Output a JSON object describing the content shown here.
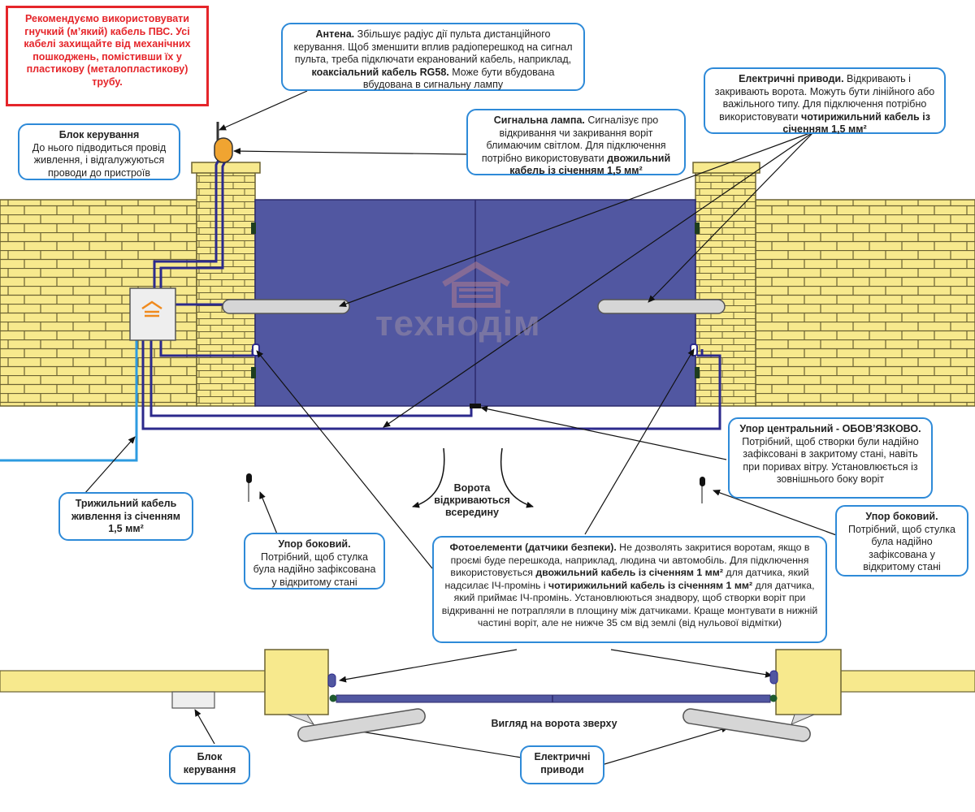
{
  "warning": {
    "text": "Рекомендуємо використовувати гнучкий (м’який) кабель ПВС. Усі кабелі захищайте від механічних пошкоджень, помістивши їх у пластикову (металопластикову) трубу."
  },
  "antenna": {
    "title": "Антена.",
    "text_a": " Збільшує радіус дії пульта дистанційного керування. Щоб зменшити вплив радіоперешкод на сигнал пульта, треба підключати екранований кабель, наприклад, ",
    "bold": "коаксіальний кабель RG58.",
    "text_b": "  Може бути вбудована вбудована в сигнальну лампу"
  },
  "control_unit_top": {
    "title": "Блок керування",
    "text": "До нього підводиться провід живлення, і відгалужуються проводи до пристроїв"
  },
  "signal_lamp": {
    "title": "Сигнальна лампа.",
    "text": " Сигналізує про відкривання чи закривання воріт блимаючим світлом. Для підключення потрібно використовувати ",
    "bold": "двожильний кабель із січенням 1,5 мм²"
  },
  "drives_top": {
    "title": "Електричні приводи.",
    "text": " Відкривають і закривають ворота. Можуть бути лінійного або важільного типу. Для підключення потрібно використовувати ",
    "bold": "чотирижильний кабель із січенням 1,5 мм²"
  },
  "logo": {
    "text": "технодім"
  },
  "center_stop": {
    "title": "Упор центральний - ОБОВ’ЯЗКОВО.",
    "text": "  Потрібний, щоб створки були надійно зафіксовані в закритому стані, навіть при поривах вітру. Установлюється із зовнішнього боку воріт"
  },
  "gate_direction": {
    "text": "Ворота відкриваються всередину"
  },
  "power_cable": {
    "text": "Трижильний кабель живлення із січенням 1,5 мм²"
  },
  "side_stop_left": {
    "title": "Упор боковий.",
    "text": "Потрібний, щоб стулка була надійно зафіксована у відкритому стані"
  },
  "side_stop_right": {
    "title": "Упор боковий.",
    "text": "Потрібний, щоб стулка була надійно зафіксована у відкритому стані"
  },
  "photocells": {
    "title": "Фотоелементи (датчики безпеки).",
    "t1": " Не дозволять закритися воротам, якщо в проємі буде перешкода, наприклад, людина чи автомобіль. Для підключення використовується ",
    "b1": "двожильний кабель із січенням 1 мм²",
    "t2": " для датчика, який надсилає ІЧ-промінь і ",
    "b2": "чотирижильний кабель із січенням 1 мм²",
    "t3": " для датчика, який приймає ІЧ-промінь. Установлюються знадвору, щоб створки воріт при відкриванні не потрапляли в площину між датчиками. Краще монтувати в нижній частині воріт, але не нижче 35 см від землі (від нульової відмітки)"
  },
  "top_view": {
    "text": "Вигляд на ворота зверху"
  },
  "control_unit_bottom": {
    "text": "Блок керування"
  },
  "drives_bottom": {
    "text": "Електричні приводи"
  },
  "colors": {
    "brick": "#f7e98d",
    "mortar": "#6b6232",
    "gate": "#5157a1",
    "cable_power": "#2d9be0",
    "cable_device": "#2c2a8c",
    "border_blue": "#2e8ad8",
    "warning_red": "#e5252a",
    "lamp": "#f0a431"
  },
  "icons": [
    "antenna-icon",
    "signal-lamp-icon",
    "control-unit-icon",
    "house-logo-icon"
  ]
}
